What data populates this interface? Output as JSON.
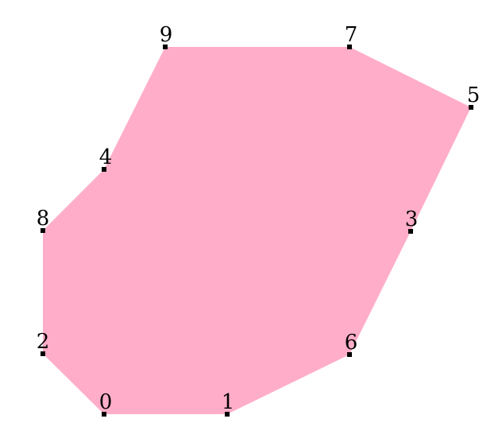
{
  "diagram": {
    "fill_color": "#ffadc9",
    "vertex_color": "#000000",
    "hull_order": [
      "0",
      "1",
      "6",
      "3",
      "5",
      "7",
      "9",
      "4",
      "8",
      "2"
    ],
    "vertices": [
      {
        "label": "0"
      },
      {
        "label": "1"
      },
      {
        "label": "2"
      },
      {
        "label": "3"
      },
      {
        "label": "4"
      },
      {
        "label": "5"
      },
      {
        "label": "6"
      },
      {
        "label": "7"
      },
      {
        "label": "8"
      },
      {
        "label": "9"
      }
    ]
  }
}
